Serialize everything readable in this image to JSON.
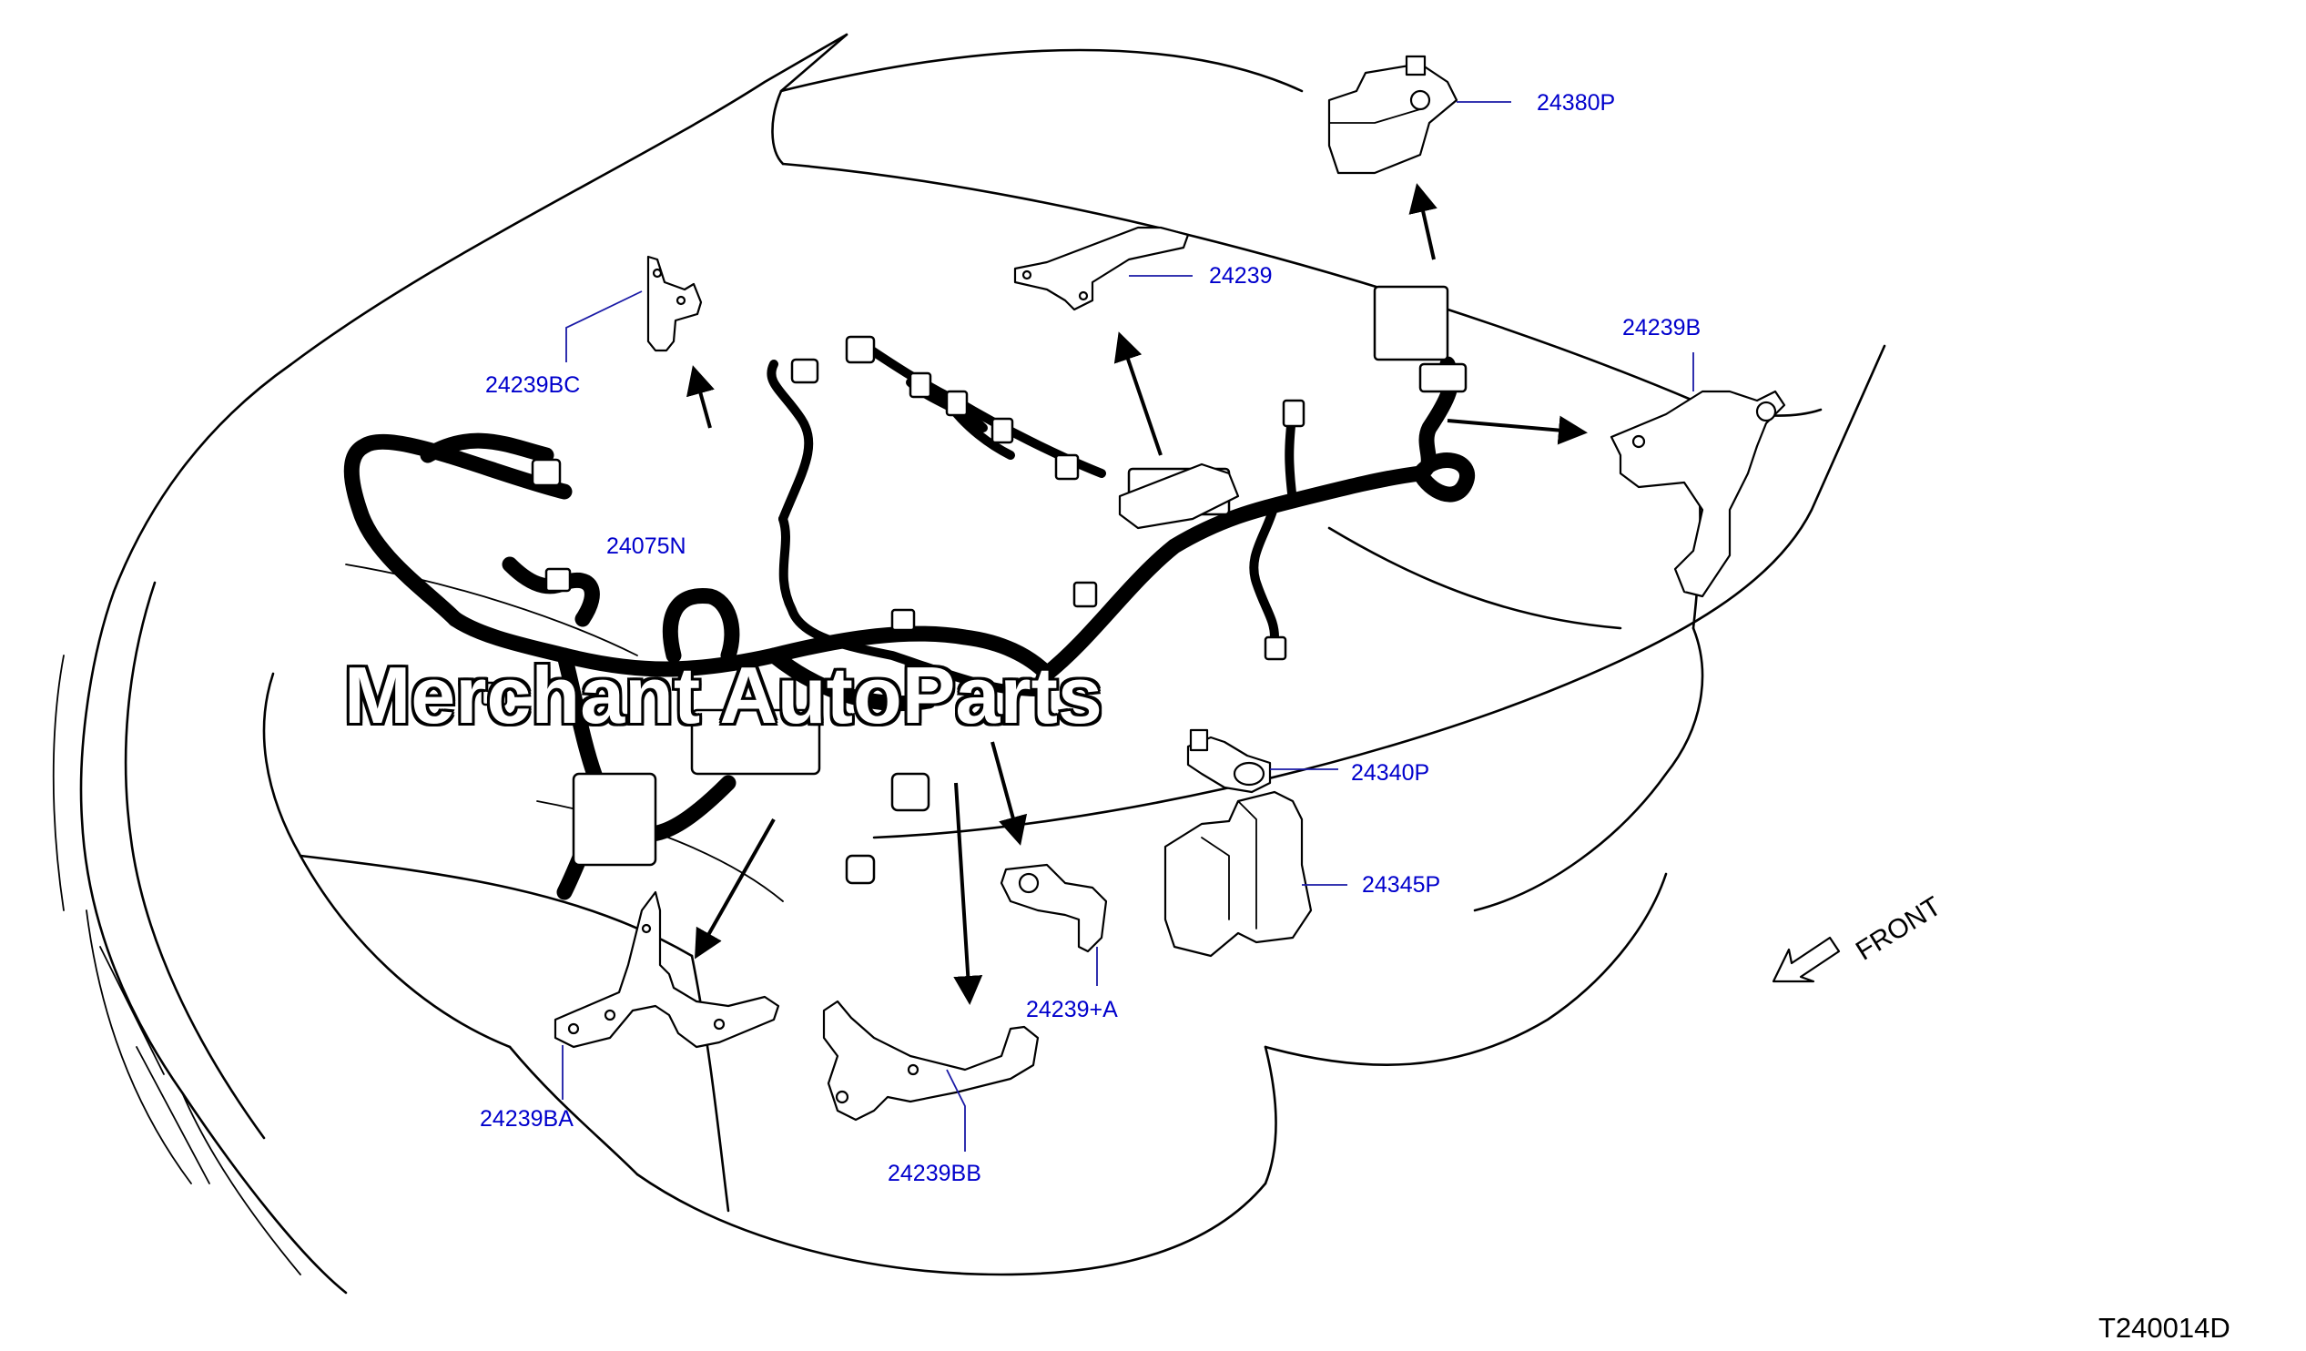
{
  "diagram": {
    "drawing_number": "T240014D",
    "front_indicator": "FRONT",
    "watermark": "Merchant AutoParts",
    "parts": [
      {
        "id": "24380P",
        "label": "24380P"
      },
      {
        "id": "24239",
        "label": "24239"
      },
      {
        "id": "24239B",
        "label": "24239B"
      },
      {
        "id": "24239BC",
        "label": "24239BC"
      },
      {
        "id": "24075N",
        "label": "24075N"
      },
      {
        "id": "24340P",
        "label": "24340P"
      },
      {
        "id": "24345P",
        "label": "24345P"
      },
      {
        "id": "24239+A",
        "label": "24239+A"
      },
      {
        "id": "24239BA",
        "label": "24239BA"
      },
      {
        "id": "24239BB",
        "label": "24239BB"
      }
    ],
    "colors": {
      "label": "#0000cc",
      "leader": "#1a1aa6",
      "line": "#000000",
      "background": "#ffffff"
    }
  }
}
